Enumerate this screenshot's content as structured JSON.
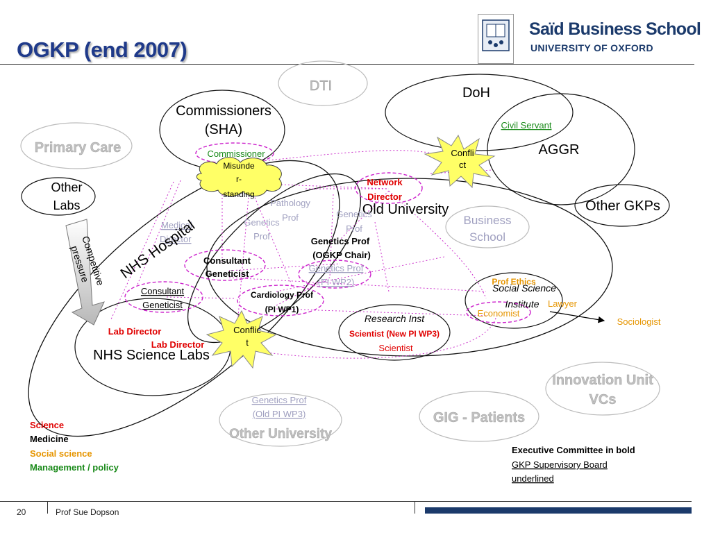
{
  "slide": {
    "title": "OGKP (end 2007)",
    "page_number": "20",
    "author": "Prof Sue Dopson"
  },
  "logo": {
    "name": "Saïd Business School",
    "subtitle": "UNIVERSITY OF OXFORD"
  },
  "entities": {
    "dti": "DTI",
    "doh": "DoH",
    "aggr": "AGGR",
    "civil_servant": "Civil Servant",
    "commissioners_line1": "Commissioners",
    "commissioners_line2": "(SHA)",
    "commissioner": "Commissioner",
    "misunderstanding_line1": "Misunde",
    "misunderstanding_line2": "r-",
    "misunderstanding_line3": "standing",
    "primary_care": "Primary Care",
    "other_labs_line1": "Other",
    "other_labs_line2": "Labs",
    "competitive_pressure_line1": "Competitive",
    "competitive_pressure_line2": "pressure",
    "conflict_top_line1": "Confli",
    "conflict_top_line2": "ct",
    "network_director_line1": "Network",
    "network_director_line2": "Director",
    "old_university": "Old University",
    "other_gkps": "Other GKPs",
    "business_school_line1": "Business",
    "business_school_line2": "School",
    "pathology_prof_line1": "Pathology",
    "pathology_prof_line2": "Prof",
    "genetics_prof_a_line1": "Genetics",
    "genetics_prof_a_line2": "Prof",
    "genetics_prof_b_line1": "Genetics",
    "genetics_prof_b_line2": "Prof",
    "medical_director_line1": "Medical",
    "medical_director_line2": "Director",
    "nhs_hospital": "NHS Hospital",
    "genetics_chair_line1": "Genetics Prof",
    "genetics_chair_line2": "(OGKP Chair)",
    "genetics_wp2_line1": "Genetics Prof",
    "genetics_wp2_line2": "(PI WP2)",
    "consultant_geneticist_a_line1": "Consultant",
    "consultant_geneticist_a_line2": "Geneticist",
    "consultant_geneticist_b_line1": "Consultant",
    "consultant_geneticist_b_line2": "Geneticist",
    "cardiology_prof_line1": "Cardiology Prof",
    "cardiology_prof_line2": "(PI WP1)",
    "prof_ethics": "Prof Ethics",
    "social_science_line1": "Social Science",
    "social_science_line2": "Institute",
    "lawyer": "Lawyer",
    "economist": "Economist",
    "sociologist": "Sociologist",
    "research_inst": "Research Inst",
    "scientist_new_pi": "Scientist (New PI WP3)",
    "scientist": "Scientist",
    "lab_director_a": "Lab Director",
    "lab_director_b": "Lab Director",
    "conflict_bottom_line1": "Conflic",
    "conflict_bottom_line2": "t",
    "nhs_science_labs": "NHS Science Labs",
    "innovation_unit_line1": "Innovation Unit",
    "innovation_unit_line2": "VCs",
    "genetics_old_pi_line1": "Genetics Prof",
    "genetics_old_pi_line2": "(Old PI WP3)",
    "other_university": "Other University",
    "gig_patients": "GIG - Patients"
  },
  "legend": {
    "science": "Science",
    "medicine": "Medicine",
    "social_science": "Social science",
    "management_policy": "Management / policy"
  },
  "notes": {
    "executive": "Executive Committee in bold",
    "supervisory_line1": "GKP Supervisory Board",
    "supervisory_line2": "underlined"
  },
  "colors": {
    "title": "#1f3a8a",
    "science": "#e00000",
    "medicine": "#000000",
    "social_science": "#e69500",
    "management_policy": "#1a8a1a",
    "faded_text": "#a0a0c0",
    "link": "#cc33cc",
    "conflict_burst": "#ffff66"
  }
}
